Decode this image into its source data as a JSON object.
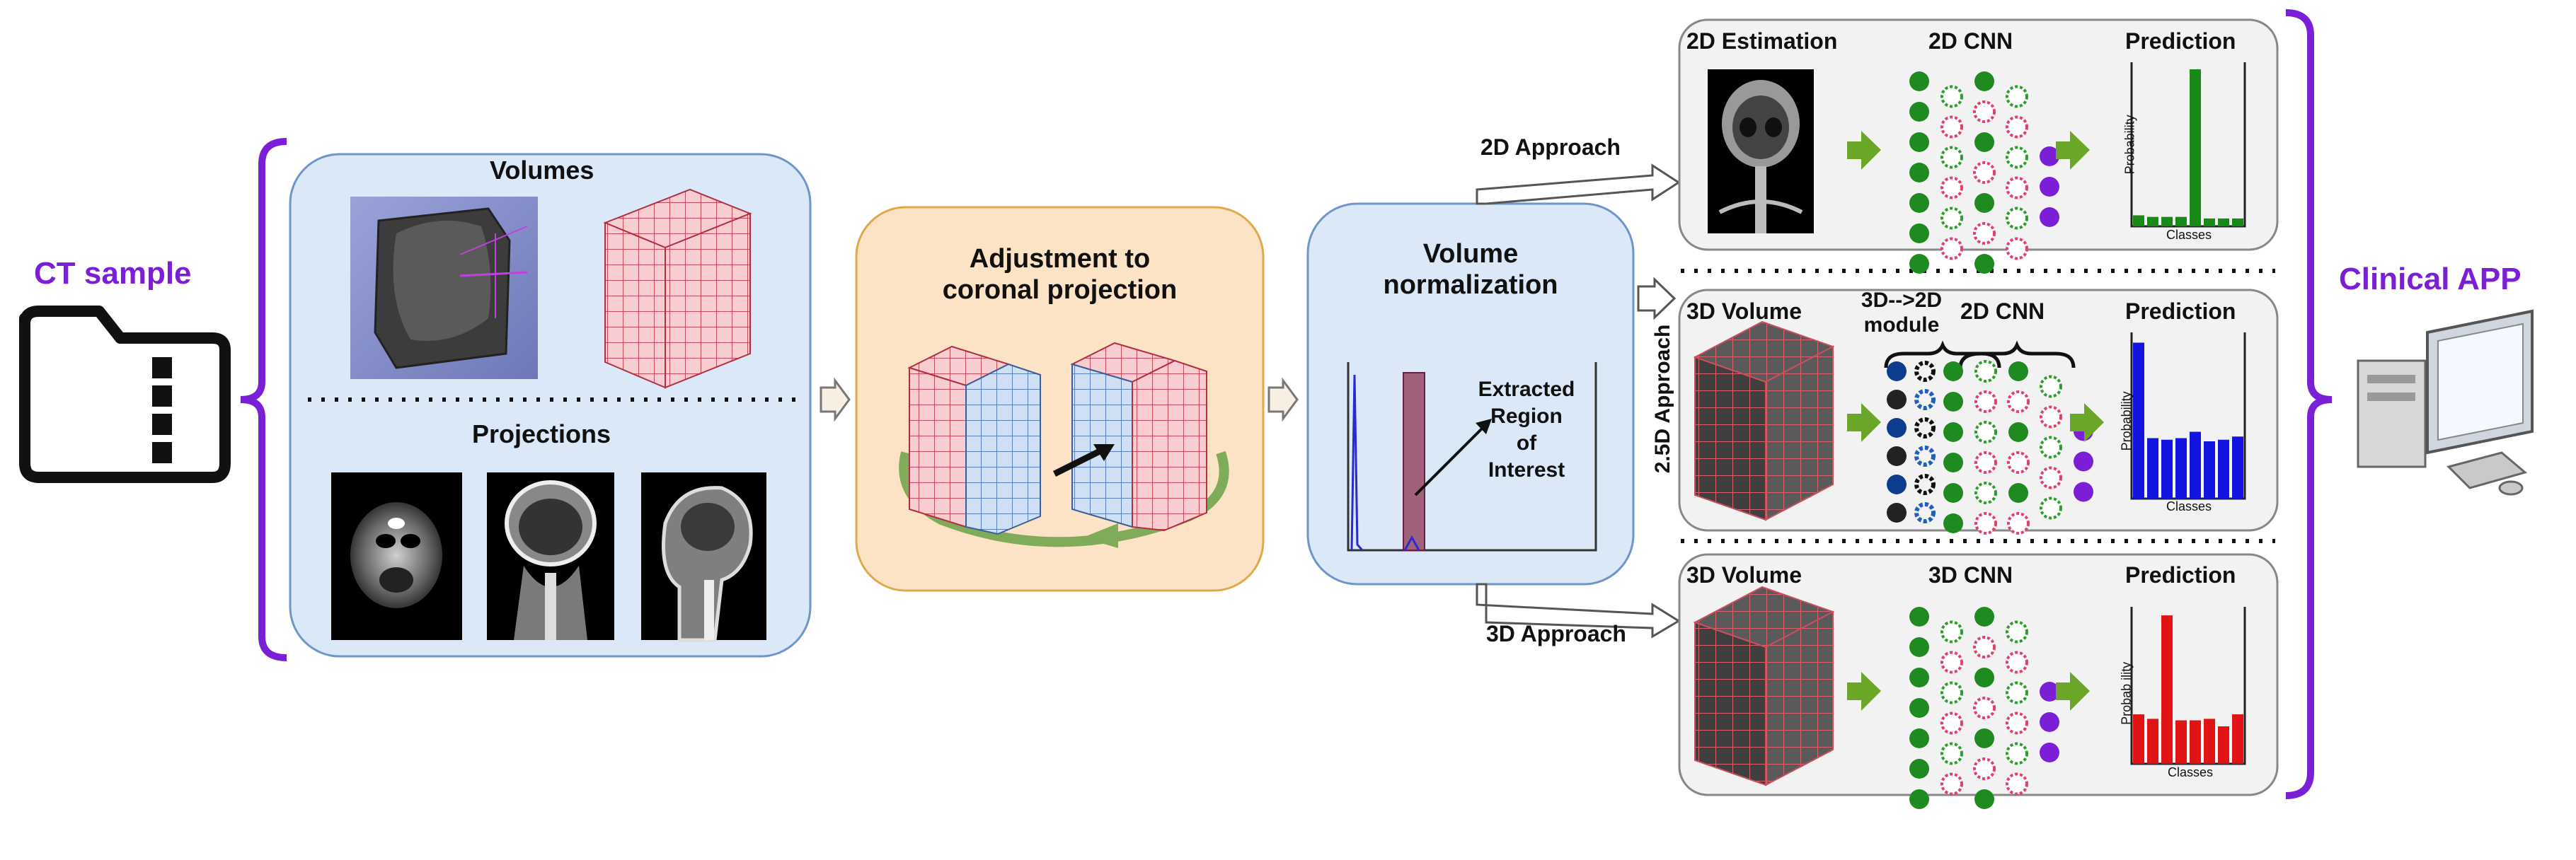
{
  "ct_sample": {
    "label": "CT sample"
  },
  "clinical_app": {
    "label": "Clinical APP"
  },
  "input_panel": {
    "volumes_label": "Volumes",
    "projections_label": "Projections"
  },
  "adjust_panel": {
    "line1": "Adjustment to",
    "line2": "coronal projection"
  },
  "norm_panel": {
    "line1": "Volume",
    "line2": "normalization",
    "roi": [
      "Extracted",
      "Region",
      "of",
      "Interest"
    ]
  },
  "approaches": {
    "a2d": "2D Approach",
    "a25d": "2.5D Approach",
    "a3d": "3D Approach"
  },
  "row2d": {
    "estimation": "2D Estimation",
    "cnn": "2D CNN",
    "prediction": "Prediction",
    "ylabel": "Probability",
    "xlabel": "Classes"
  },
  "row25d": {
    "volume": "3D Volume",
    "module_line1": "3D-->2D",
    "module_line2": "module",
    "cnn": "2D CNN",
    "prediction": "Prediction",
    "ylabel": "Probability",
    "xlabel": "Classes"
  },
  "row3d": {
    "volume": "3D Volume",
    "cnn": "3D CNN",
    "prediction": "Prediction",
    "ylabel": "Probab ility",
    "xlabel": "Classes"
  },
  "bars": {
    "b2d": [
      0.07,
      0.06,
      0.06,
      0.06,
      1.0,
      0.05,
      0.05,
      0.05
    ],
    "b25d": [
      0.98,
      0.38,
      0.37,
      0.38,
      0.42,
      0.36,
      0.37,
      0.39
    ],
    "b3d": [
      0.33,
      0.3,
      0.99,
      0.29,
      0.29,
      0.3,
      0.25,
      0.33
    ]
  },
  "colors": {
    "purple": "#7a1fd6",
    "panel_blue": "#dbe8f8",
    "panel_orange": "#fde3c6",
    "green_arrow": "#6aa628",
    "bar_green": "#178a17",
    "bar_blue": "#1414e0",
    "bar_red": "#e01414"
  }
}
